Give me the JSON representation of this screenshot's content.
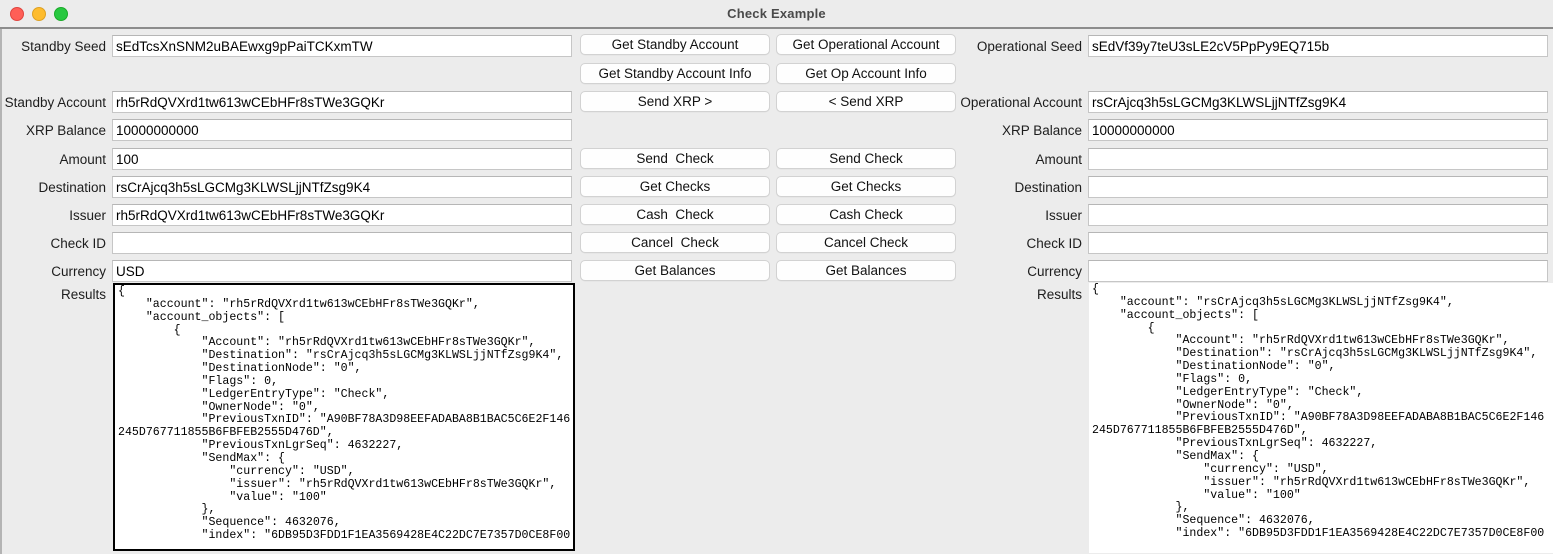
{
  "window": {
    "title": "Check Example",
    "traffic_lights": [
      "close-red",
      "minimize-yellow",
      "maximize-green"
    ]
  },
  "left_panel": {
    "fields": [
      {
        "label": "Standby Seed",
        "value": "sEdTcsXnSNM2uBAEwxg9pPaiTCKxmTW"
      },
      {
        "label": "Standby Account",
        "value": "rh5rRdQVXrd1tw613wCEbHFr8sTWe3GQKr"
      },
      {
        "label": "XRP Balance",
        "value": "10000000000"
      },
      {
        "label": "Amount",
        "value": "100"
      },
      {
        "label": "Destination",
        "value": "rsCrAjcq3h5sLGCMg3KLWSLjjNTfZsg9K4"
      },
      {
        "label": "Issuer",
        "value": "rh5rRdQVXrd1tw613wCEbHFr8sTWe3GQKr"
      },
      {
        "label": "Check ID",
        "value": ""
      },
      {
        "label": "Currency",
        "value": "USD"
      }
    ],
    "results_label": "Results",
    "results_text": "{\n    \"account\": \"rh5rRdQVXrd1tw613wCEbHFr8sTWe3GQKr\",\n    \"account_objects\": [\n        {\n            \"Account\": \"rh5rRdQVXrd1tw613wCEbHFr8sTWe3GQKr\",\n            \"Destination\": \"rsCrAjcq3h5sLGCMg3KLWSLjjNTfZsg9K4\",\n            \"DestinationNode\": \"0\",\n            \"Flags\": 0,\n            \"LedgerEntryType\": \"Check\",\n            \"OwnerNode\": \"0\",\n            \"PreviousTxnID\": \"A90BF78A3D98EEFADABA8B1BAC5C6E2F146245D767711855B6FBFEB2555D476D\",\n            \"PreviousTxnLgrSeq\": 4632227,\n            \"SendMax\": {\n                \"currency\": \"USD\",\n                \"issuer\": \"rh5rRdQVXrd1tw613wCEbHFr8sTWe3GQKr\",\n                \"value\": \"100\"\n            },\n            \"Sequence\": 4632076,\n            \"index\": \"6DB95D3FDD1F1EA3569428E4C22DC7E7357D0CE8F00"
  },
  "right_panel": {
    "fields": [
      {
        "label": "Operational Seed",
        "value": "sEdVf39y7teU3sLE2cV5PpPy9EQ715b"
      },
      {
        "label": "Operational Account",
        "value": "rsCrAjcq3h5sLGCMg3KLWSLjjNTfZsg9K4"
      },
      {
        "label": "XRP Balance",
        "value": "10000000000"
      },
      {
        "label": "Amount",
        "value": ""
      },
      {
        "label": "Destination",
        "value": ""
      },
      {
        "label": "Issuer",
        "value": ""
      },
      {
        "label": "Check ID",
        "value": ""
      },
      {
        "label": "Currency",
        "value": ""
      }
    ],
    "results_label": "Results",
    "results_text": "{\n    \"account\": \"rsCrAjcq3h5sLGCMg3KLWSLjjNTfZsg9K4\",\n    \"account_objects\": [\n        {\n            \"Account\": \"rh5rRdQVXrd1tw613wCEbHFr8sTWe3GQKr\",\n            \"Destination\": \"rsCrAjcq3h5sLGCMg3KLWSLjjNTfZsg9K4\",\n            \"DestinationNode\": \"0\",\n            \"Flags\": 0,\n            \"LedgerEntryType\": \"Check\",\n            \"OwnerNode\": \"0\",\n            \"PreviousTxnID\": \"A90BF78A3D98EEFADABA8B1BAC5C6E2F146245D767711855B6FBFEB2555D476D\",\n            \"PreviousTxnLgrSeq\": 4632227,\n            \"SendMax\": {\n                \"currency\": \"USD\",\n                \"issuer\": \"rh5rRdQVXrd1tw613wCEbHFr8sTWe3GQKr\",\n                \"value\": \"100\"\n            },\n            \"Sequence\": 4632076,\n            \"index\": \"6DB95D3FDD1F1EA3569428E4C22DC7E7357D0CE8F00"
  },
  "buttons": {
    "column_standby": [
      "Get Standby Account",
      "Get Standby Account Info",
      "Send XRP >",
      "Send  Check",
      "Get Checks",
      "Cash  Check",
      "Cancel  Check",
      "Get Balances"
    ],
    "column_operational": [
      "Get Operational Account",
      "Get Op Account Info",
      "< Send XRP",
      "Send Check",
      "Get Checks",
      "Cash Check",
      "Cancel Check",
      "Get Balances"
    ]
  },
  "colors": {
    "window_bg": "#ececec",
    "field_bg": "#ffffff",
    "button_bg": "#fefefe",
    "title_text": "#4a4a4a",
    "focus_border": "#000000"
  }
}
